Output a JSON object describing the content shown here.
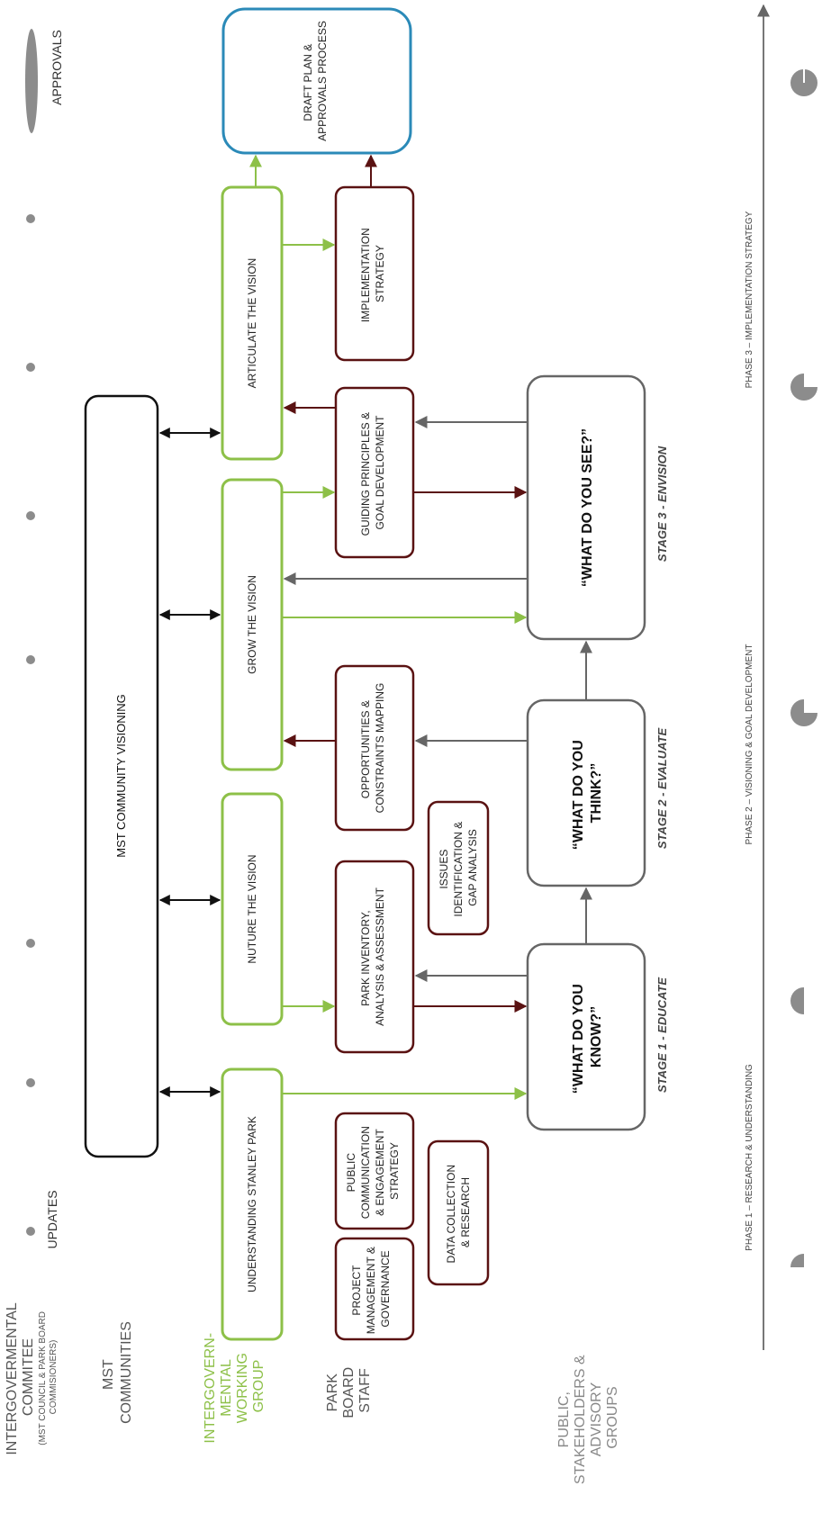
{
  "rows": {
    "committee_title": [
      "INTERGOVERMENTAL",
      "COMMITEE"
    ],
    "committee_sub": [
      "(MST COUNCIL & PARK BOARD",
      "COMMISIONERS)"
    ],
    "communities": [
      "MST",
      "COMMUNITIES"
    ],
    "working_group": [
      "INTERGOVERN-",
      "MENTAL",
      "WORKING",
      "GROUP"
    ],
    "staff": [
      "PARK",
      "BOARD",
      "STAFF"
    ],
    "public": [
      "PUBLIC,",
      "STAKEHOLDERS &",
      "ADVISORY",
      "GROUPS"
    ]
  },
  "milestones": {
    "updates": "UPDATES",
    "approvals": "APPROVALS"
  },
  "boxes": {
    "mst_visioning": "MST COMMUNITY VISIONING",
    "understanding": "UNDERSTANDING STANLEY PARK",
    "nurture": "NUTURE THE VISION",
    "grow": "GROW THE VISION",
    "articulate": "ARTICULATE THE VISION",
    "draft_plan": [
      "DRAFT PLAN &",
      "APPROVALS PROCESS"
    ],
    "project_mgmt": [
      "PROJECT",
      "MANAGEMENT &",
      "GOVERNANCE"
    ],
    "public_comm": [
      "PUBLIC",
      "COMMUNICATION",
      "& ENGAGEMENT",
      "STRATEGY"
    ],
    "data_collection": [
      "DATA COLLECTION",
      "& RESEARCH"
    ],
    "park_inventory": [
      "PARK INVENTORY,",
      "ANALYSIS & ASSESSMENT"
    ],
    "issues": [
      "ISSUES",
      "IDENTIFICATION &",
      "GAP ANALYSIS"
    ],
    "opportunities": [
      "OPPORTUNITIES &",
      "CONSTRAINTS MAPPING"
    ],
    "guiding": [
      "GUIDING PRINCIPLES &",
      "GOAL DEVELOPMENT"
    ],
    "implementation": [
      "IMPLEMENTATION",
      "STRATEGY"
    ],
    "know": [
      "“WHAT DO YOU",
      "KNOW?”"
    ],
    "think": [
      "“WHAT DO YOU",
      "THINK?”"
    ],
    "see": "“WHAT DO YOU SEE?”"
  },
  "stages": {
    "stage1": "STAGE 1 - EDUCATE",
    "stage2": "STAGE 2 - EVALUATE",
    "stage3": "STAGE 3 - ENVISION"
  },
  "phases": {
    "phase1": "PHASE 1 – RESEARCH & UNDERSTANDING",
    "phase2": "PHASE 2 – VISIONING & GOAL DEVELOPMENT",
    "phase3": "PHASE 3 – IMPLEMENTATION STRATEGY"
  },
  "colors": {
    "green": "#8dc048",
    "maroon": "#5a1212",
    "blue": "#2b8ab8",
    "grey": "#666666",
    "black": "#111111"
  }
}
